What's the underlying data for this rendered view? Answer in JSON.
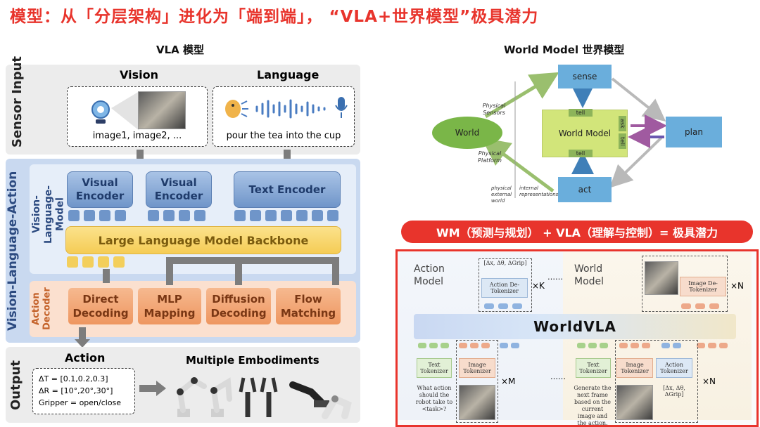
{
  "title": "模型：从「分层架构」进化为「端到端」，  “VLA+世界模型”极具潜力",
  "vla": {
    "header": "VLA 模型",
    "sensor_label": "Sensor Input",
    "vision_label": "Vision",
    "language_label": "Language",
    "image_caption": "image1, image2, ...",
    "language_caption": "pour the tea into the cup",
    "vla_outer_label": "Vision-Language-Action",
    "vlm_label": "Vision-Language-Model",
    "visual_encoder_1": "Visual Encoder",
    "visual_encoder_2": "Visual Encoder",
    "text_encoder": "Text Encoder",
    "llm_backbone": "Large Language Model Backbone",
    "action_decoder_label": "Action Decoder",
    "decoders": [
      "Direct Decoding",
      "MLP Mapping",
      "Diffusion Decoding",
      "Flow Matching"
    ],
    "output_label": "Output",
    "action_title": "Action",
    "action_lines": [
      "ΔT = [0.1,0.2,0.3]",
      "ΔR = [10°,20°,30°]",
      "Gripper = open/close"
    ],
    "embodiments_title": "Multiple Embodiments"
  },
  "world_model": {
    "header": "World Model 世界模型",
    "sense": "sense",
    "world": "World",
    "world_model_box": "World Model",
    "plan": "plan",
    "act": "act",
    "tell_top": "tell",
    "tell_bottom": "tell",
    "ask": "ask",
    "tell_side": "tell",
    "physical_sensors": "Physical Sensors",
    "physical_platform": "Physical Platform",
    "physical_external": "physical external world",
    "internal_repr": "internal representations"
  },
  "banner": "WM（预测与规划） + VLA（理解与控制）= 极具潜力",
  "worldvla": {
    "action_model": "Action Model",
    "world_model": "World Model",
    "center": "WorldVLA",
    "action_detok": "Action De-Tokenizer",
    "image_detok": "Image De-Tokenizer",
    "action_formula": "[Δx, Δθ, ΔGrip]",
    "times_k": "×K",
    "times_n_top": "×N",
    "times_m": "×M",
    "times_n_bottom": "×N",
    "dots_top": "……",
    "dots_bottom": "……",
    "text_tok_1": "Text Tokenizer",
    "image_tok_1": "Image Tokenizer",
    "text_tok_2": "Text Tokenizer",
    "image_tok_2": "Image Tokenizer",
    "action_tok": "Action Tokenizer",
    "action_formula_bottom": "[Δx, Δθ, ΔGrip]",
    "question_1": "What action should the robot take to <task>?",
    "question_2": "Generate the next frame based on the current image and the action."
  },
  "colors": {
    "title_red": "#e8342c",
    "accent_red": "#e8342c",
    "encoder_blue": "#6f95c9",
    "llm_yellow": "#f5cc55",
    "decoder_orange": "#ee9660",
    "wm_blue": "#6aaedc",
    "wm_green": "#d2e57a",
    "world_green": "#7ab648"
  }
}
